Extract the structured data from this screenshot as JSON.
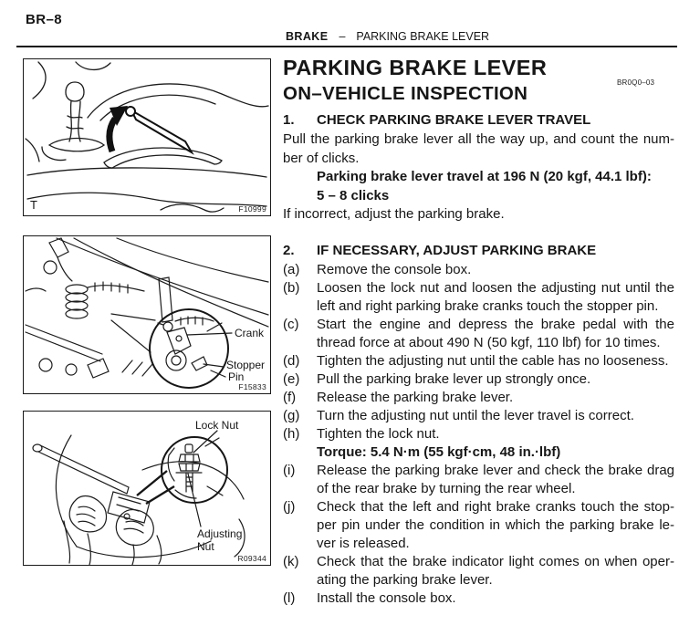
{
  "header": {
    "page_number": "BR–8",
    "section": "BRAKE",
    "dash": "–",
    "title": "PARKING BRAKE LEVER"
  },
  "article": {
    "title": "PARKING BRAKE LEVER",
    "subtitle": "ON–VEHICLE INSPECTION",
    "code": "BR0Q0–03",
    "step1": {
      "number": "1.",
      "heading": "CHECK PARKING BRAKE LEVER TRAVEL",
      "body": "Pull the parking brake lever all the way up, and count the num­ber of clicks.",
      "spec_line1": "Parking brake lever travel at 196 N (20 kgf, 44.1 lbf):",
      "spec_line2": "5 – 8 clicks",
      "note": "If incorrect, adjust the parking brake."
    },
    "step2": {
      "number": "2.",
      "heading": "IF NECESSARY, ADJUST PARKING BRAKE",
      "items": [
        {
          "label": "(a)",
          "text": "Remove the console box."
        },
        {
          "label": "(b)",
          "text": "Loosen the lock nut and loosen the adjusting nut until the left and right parking brake cranks touch the stopper pin."
        },
        {
          "label": "(c)",
          "text": "Start the engine and depress the brake pedal with the thread force at about 490 N (50 kgf, 110 lbf) for 10 times."
        },
        {
          "label": "(d)",
          "text": "Tighten the adjusting nut until the cable has no loose­ness."
        },
        {
          "label": "(e)",
          "text": "Pull the parking brake lever up strongly once."
        },
        {
          "label": "(f)",
          "text": "Release the parking brake lever."
        },
        {
          "label": "(g)",
          "text": "Turn the adjusting nut until the lever travel is correct."
        },
        {
          "label": "(h)",
          "text": "Tighten the lock nut.",
          "torque": "Torque: 5.4 N·m (55 kgf·cm, 48 in.·lbf)"
        },
        {
          "label": "(i)",
          "text": "Release the parking brake lever and check the brake drag of the rear brake by turning the rear wheel."
        },
        {
          "label": "(j)",
          "text": "Check that the left and right brake cranks touch the stop­per pin under the condition in which the parking brake le­ver is released."
        },
        {
          "label": "(k)",
          "text": "Check that the brake indicator light comes on when oper­ating the parking brake lever."
        },
        {
          "label": "(l)",
          "text": "Install the console box."
        }
      ]
    }
  },
  "figures": {
    "fig1": {
      "corner_label": "T",
      "code": "F10999"
    },
    "fig2": {
      "label_crank": "Crank",
      "label_stopper1": "Stopper",
      "label_stopper2": "Pin",
      "code": "F15833"
    },
    "fig3": {
      "label_lock": "Lock Nut",
      "label_adj1": "Adjusting",
      "label_adj2": "Nut",
      "code": "R09344"
    }
  }
}
